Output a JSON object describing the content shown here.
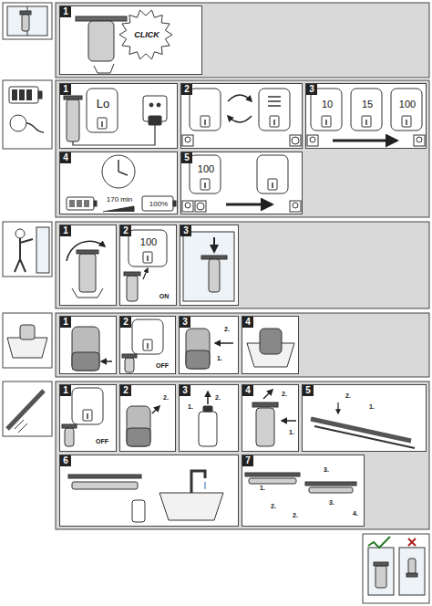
{
  "diagram": {
    "nodes": [
      {
        "text": [
          "1",
          "CLICK"
        ]
      },
      {
        "text": [
          "1",
          "Lo"
        ]
      },
      {
        "text": [
          "2"
        ]
      },
      {
        "text": [
          "3",
          "10",
          "15",
          "100"
        ]
      },
      {
        "text": [
          "4",
          "170 min",
          "100%"
        ]
      },
      {
        "text": [
          "5",
          "100"
        ]
      },
      {
        "text": [
          "1"
        ]
      },
      {
        "text": [
          "2",
          "100",
          "ON"
        ]
      },
      {
        "text": [
          "3"
        ]
      },
      {
        "text": [
          "1"
        ]
      },
      {
        "text": [
          "2",
          "OFF"
        ]
      },
      {
        "text": [
          "3",
          "1.",
          "2."
        ]
      },
      {
        "text": [
          "4"
        ]
      },
      {
        "text": [
          "1",
          "OFF"
        ]
      },
      {
        "text": [
          "2",
          "2."
        ]
      },
      {
        "text": [
          "3",
          "1.",
          "2."
        ]
      },
      {
        "text": [
          "4",
          "2.",
          "1."
        ]
      },
      {
        "text": [
          "5",
          "2.",
          "1."
        ]
      },
      {
        "text": [
          "6"
        ]
      },
      {
        "text": [
          "7",
          "1.",
          "2.",
          "2.",
          "3.",
          "3.",
          "4."
        ]
      }
    ]
  }
}
